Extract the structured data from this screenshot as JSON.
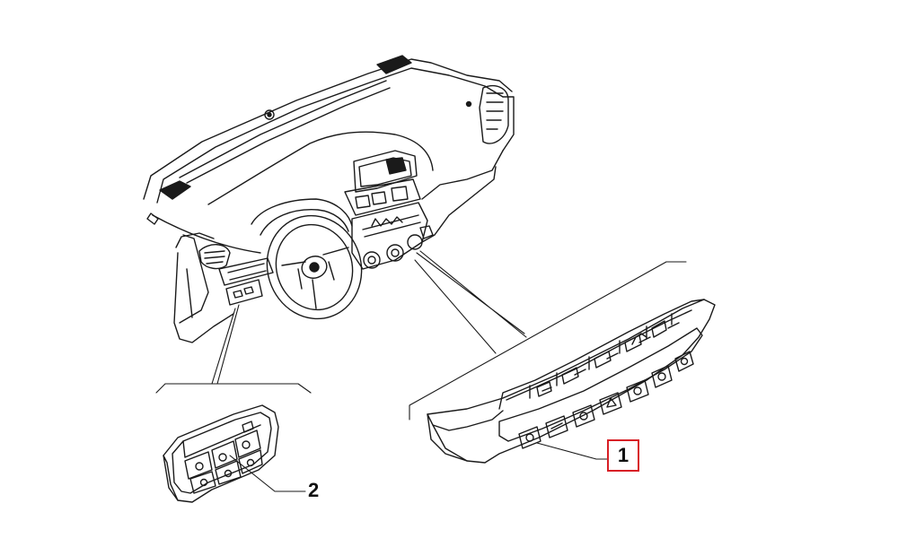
{
  "diagram": {
    "callouts": [
      {
        "id": "1",
        "label": "1",
        "highlighted": true,
        "highlight_color": "#d81f26"
      },
      {
        "id": "2",
        "label": "2",
        "highlighted": false
      }
    ],
    "line_color": "#1a1a1a",
    "background": "#ffffff",
    "parts": [
      {
        "name": "dashboard-assembly"
      },
      {
        "name": "center-switch-panel",
        "callout": "1"
      },
      {
        "name": "left-switch-module",
        "callout": "2"
      }
    ]
  }
}
